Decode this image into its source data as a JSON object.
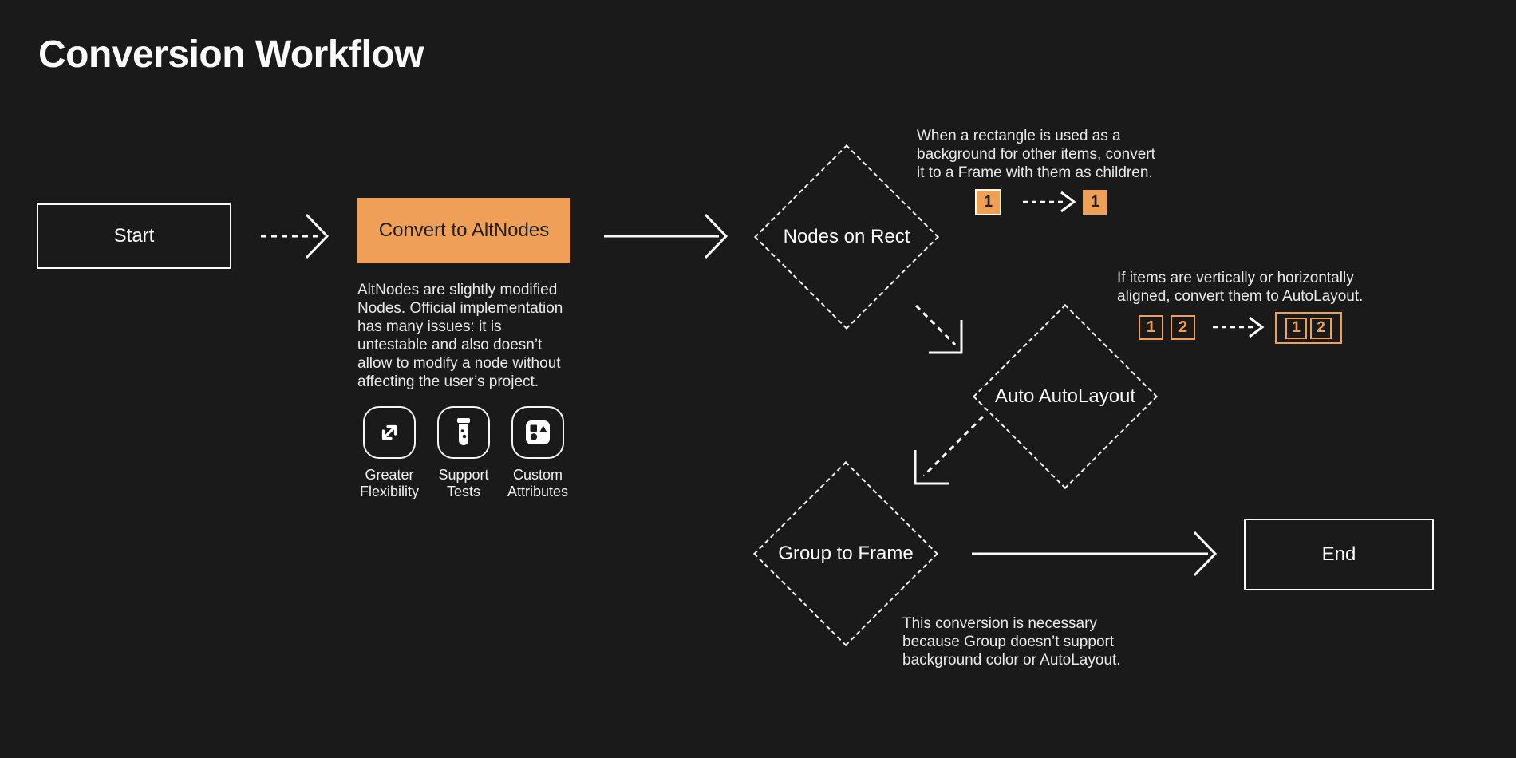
{
  "title": "Conversion Workflow",
  "colors": {
    "background": "#1A1A1A",
    "accent_orange": "#F0A056",
    "text_light": "#F5F5F5",
    "text_dark": "#1E1E1E"
  },
  "nodes": {
    "start": {
      "label": "Start"
    },
    "convert_to_altnodes": {
      "label": "Convert to AltNodes",
      "description": "AltNodes are slightly modified\nNodes. Official implementation\nhas many issues: it is\nuntestable and also doesn’t\nallow to modify a node without\naffecting the user’s project.",
      "features": [
        {
          "icon": "expand-arrows-icon",
          "label": "Greater\nFlexibility"
        },
        {
          "icon": "test-tube-icon",
          "label": "Support\nTests"
        },
        {
          "icon": "shapes-icon",
          "label": "Custom\nAttributes"
        }
      ]
    },
    "nodes_on_rect": {
      "label": "Nodes on Rect"
    },
    "auto_autolayout": {
      "label": "Auto AutoLayout"
    },
    "group_to_frame": {
      "label": "Group to Frame"
    },
    "end": {
      "label": "End"
    }
  },
  "annotations": {
    "rect_to_frame": {
      "text": "When a rectangle is used as a\nbackground for other items, convert\nit to a Frame with them as children.",
      "before_tokens": [
        "1"
      ],
      "after_tokens": [
        "1"
      ]
    },
    "auto_layout": {
      "text": "If items are vertically or horizontally\naligned, convert them to AutoLayout.",
      "before_tokens": [
        "1",
        "2"
      ],
      "after_tokens": [
        "1",
        "2"
      ]
    },
    "group_frame": {
      "text": "This conversion is necessary\nbecause Group doesn’t support\nbackground color or AutoLayout."
    }
  }
}
